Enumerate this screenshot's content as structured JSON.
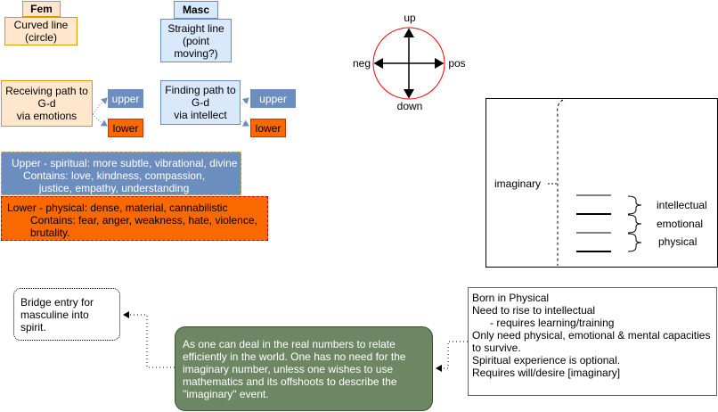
{
  "fem": {
    "header": "Fem",
    "description": "Curved line\n(circle)",
    "path": "Receiving path to\nG-d\nvia emotions",
    "upper": "upper",
    "lower": "lower"
  },
  "masc": {
    "header": "Masc",
    "description": "Straight line\n(point\nmoving?)",
    "path": "Finding path to\nG-d\nvia intellect",
    "upper": "upper",
    "lower": "lower"
  },
  "upper_desc": {
    "line1": "Upper - spiritual: more subtle, vibrational, divine",
    "line2": "Contains: love, kindness, compassion,\njustice, empathy, understanding"
  },
  "lower_desc": {
    "line1": "Lower - physical: dense, material, cannabilistic",
    "line2": "Contains: fear, anger, weakness, hate, violence,\nbrutality."
  },
  "axes": {
    "up": "up",
    "down": "down",
    "neg": "neg",
    "pos": "pos"
  },
  "imaginary_panel": {
    "label": "imaginary",
    "levels": [
      "intellectual",
      "emotional",
      "physical"
    ]
  },
  "bridge_note": "Bridge entry for\nmasculine into\nspirit.",
  "real_numbers_note": "As one can deal in the real numbers to relate efficiently in the world. One has no need for the imaginary number, unless one wishes to use mathematics and its offshoots to describe the \"imaginary\" event.",
  "physical_note": {
    "lines": [
      "Born in Physical",
      "Need to rise to intellectual",
      "      - requires learning/training",
      "Only need physical, emotional & mental capacities to survive.",
      "Spiritual experience is optional.",
      "Requires will/desire [imaginary]"
    ]
  },
  "colors": {
    "fem_fill": "#ffe6cc",
    "fem_stroke": "#d79b00",
    "masc_fill": "#dae8fc",
    "masc_stroke": "#6c8ebf",
    "upper_fill": "#6c8ebf",
    "lower_fill": "#fa6800",
    "green_fill": "#6d8764",
    "circle_stroke": "#ff0000"
  }
}
